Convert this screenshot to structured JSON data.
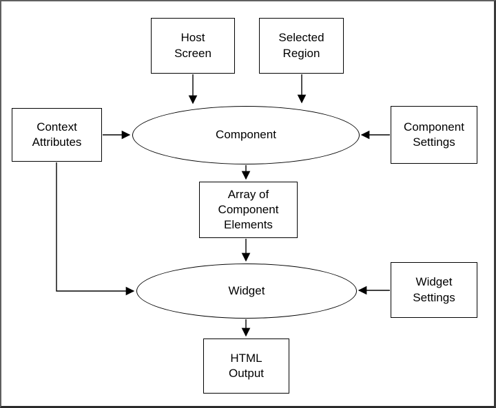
{
  "diagram": {
    "nodes": {
      "host_screen": "Host\nScreen",
      "selected_region": "Selected\nRegion",
      "context_attributes": "Context\nAttributes",
      "component": "Component",
      "component_settings": "Component\nSettings",
      "array_of_component_elements": "Array of\nComponent\nElements",
      "widget": "Widget",
      "widget_settings": "Widget\nSettings",
      "html_output": "HTML\nOutput"
    },
    "edges": [
      {
        "from": "host_screen",
        "to": "component"
      },
      {
        "from": "selected_region",
        "to": "component"
      },
      {
        "from": "context_attributes",
        "to": "component"
      },
      {
        "from": "component_settings",
        "to": "component"
      },
      {
        "from": "component",
        "to": "array_of_component_elements"
      },
      {
        "from": "array_of_component_elements",
        "to": "widget"
      },
      {
        "from": "context_attributes",
        "to": "widget"
      },
      {
        "from": "widget_settings",
        "to": "widget"
      },
      {
        "from": "widget",
        "to": "html_output"
      }
    ],
    "colors": {
      "node_border": "#000000",
      "node_fill": "#ffffff",
      "arrow": "#000000",
      "text": "#000000",
      "frame": "#3a3a3a"
    }
  }
}
